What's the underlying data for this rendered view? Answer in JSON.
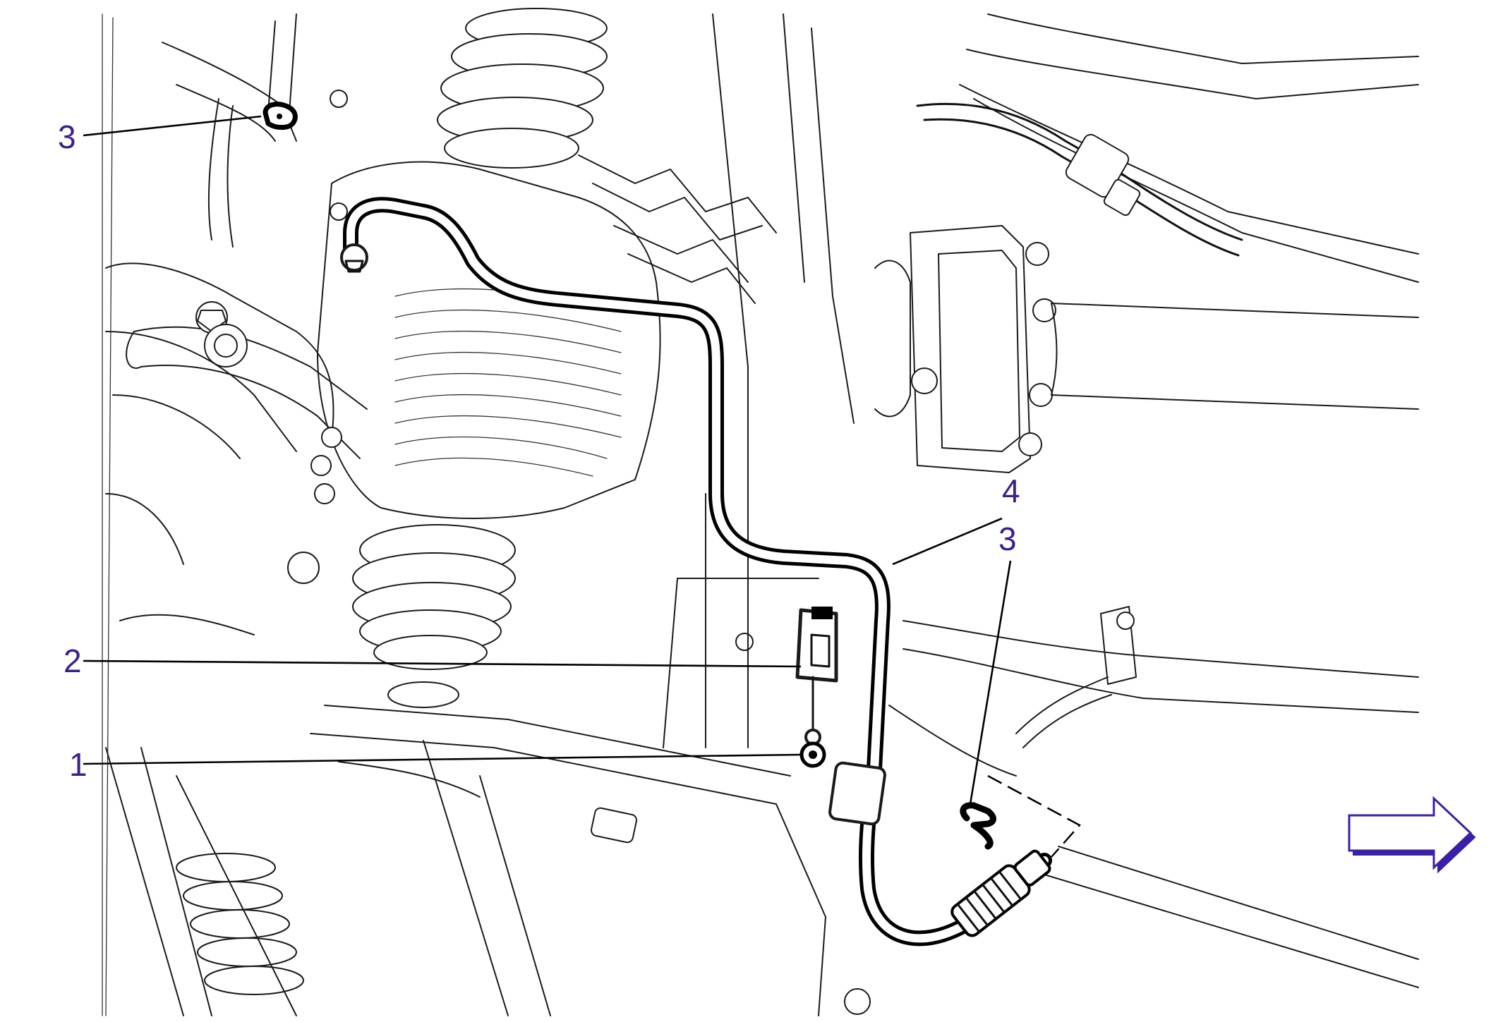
{
  "colors": {
    "callout_text": "#3b1f8c",
    "arrow_fill": "#3b1fa8",
    "line_art": "#1a1a1a",
    "background": "#ffffff"
  },
  "callouts": [
    {
      "id": "c3a",
      "label": "3",
      "part": "clip"
    },
    {
      "id": "c2",
      "label": "2",
      "part": "bracket"
    },
    {
      "id": "c1",
      "label": "1",
      "part": "bolt"
    },
    {
      "id": "c4",
      "label": "4",
      "part": "pipe"
    },
    {
      "id": "c3b",
      "label": "3",
      "part": "clip"
    }
  ],
  "icons": {
    "direction_arrow": "right-arrow-icon"
  }
}
